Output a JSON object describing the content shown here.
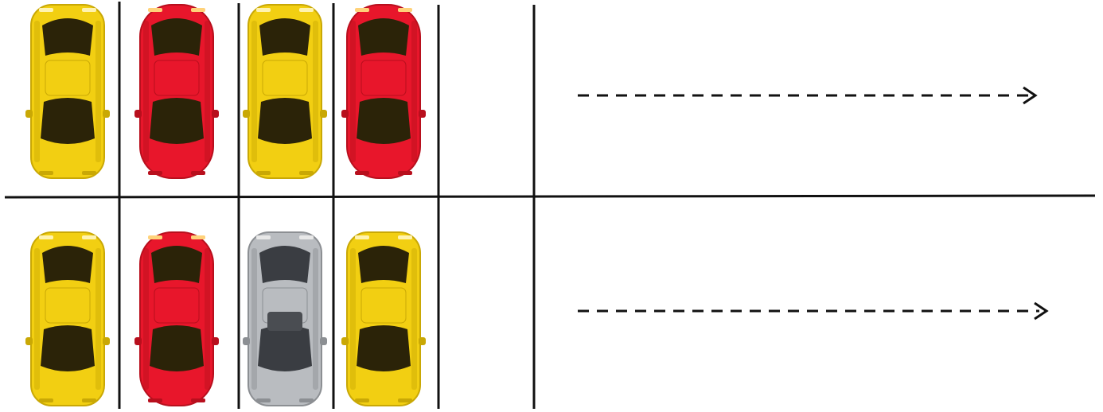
{
  "colors": {
    "background": "#ffffff",
    "lines": "#111111",
    "yellow_body": "#f2cf12",
    "yellow_dark": "#c9a805",
    "red_body": "#e8162b",
    "red_dark": "#b80f1d",
    "silver_body": "#b9bcc0",
    "silver_dark": "#8c8f93",
    "glass": "#2b2308"
  },
  "rows": [
    {
      "name": "top",
      "facing": "up",
      "cars": [
        {
          "color": "yellow",
          "model": "coupe"
        },
        {
          "color": "red",
          "model": "beetle"
        },
        {
          "color": "yellow",
          "model": "coupe"
        },
        {
          "color": "red",
          "model": "beetle"
        }
      ],
      "empty_spaces": 1,
      "arrow_direction": "right"
    },
    {
      "name": "bottom",
      "facing": "up",
      "cars": [
        {
          "color": "yellow",
          "model": "coupe"
        },
        {
          "color": "red",
          "model": "beetle"
        },
        {
          "color": "silver",
          "model": "sedan"
        },
        {
          "color": "yellow",
          "model": "coupe"
        }
      ],
      "empty_spaces": 1,
      "arrow_direction": "right"
    }
  ]
}
